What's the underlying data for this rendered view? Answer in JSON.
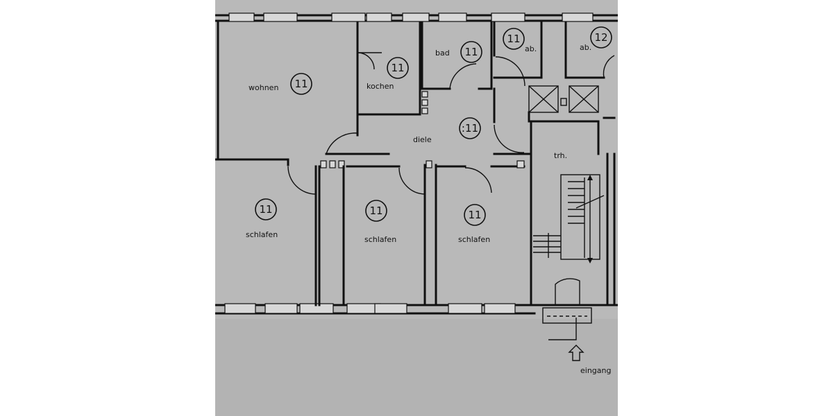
{
  "rooms": {
    "wohnen": {
      "label": "wohnen",
      "num": "11"
    },
    "kochen": {
      "label": "kochen",
      "num": "11"
    },
    "bad": {
      "label": "bad",
      "num": "11"
    },
    "ab1": {
      "label": "ab.",
      "num": "11"
    },
    "ab2": {
      "label": "ab.",
      "num": "12"
    },
    "diele": {
      "label": "diele",
      "num": ":11"
    },
    "trh": {
      "label": "trh."
    },
    "schlafen1": {
      "label": "schlafen",
      "num": "11"
    },
    "schlafen2": {
      "label": "schlafen",
      "num": "11"
    },
    "schlafen3": {
      "label": "schlafen",
      "num": "11"
    }
  },
  "entrance": {
    "label": "eingang"
  }
}
